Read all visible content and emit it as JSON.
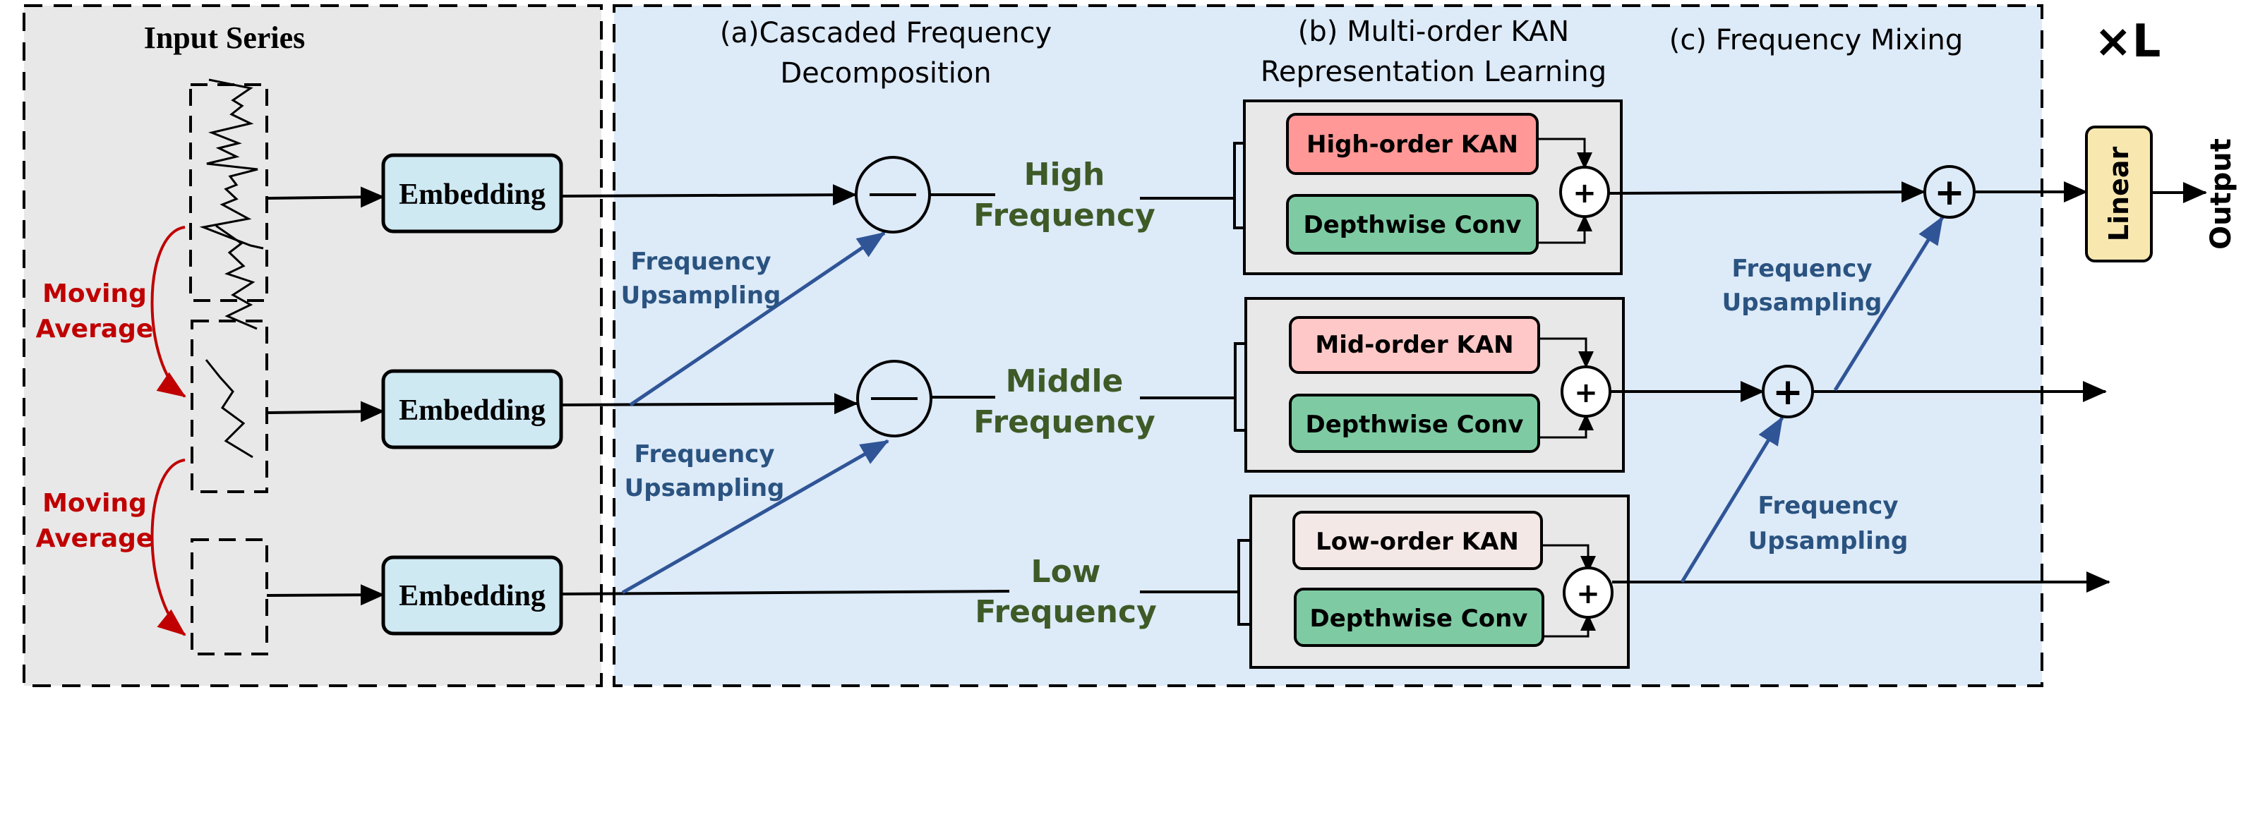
{
  "diagram": {
    "input_panel": {
      "title": "Input Series",
      "moving_average_labels": [
        {
          "line1": "Moving",
          "line2": "Average"
        },
        {
          "line1": "Moving",
          "line2": "Average"
        }
      ],
      "embedding_label": "Embedding",
      "embedding_count": 3
    },
    "sections": {
      "a": {
        "line1": "(a)Cascaded Frequency",
        "line2": "Decomposition"
      },
      "b": {
        "line1": "(b) Multi-order KAN",
        "line2": "Representation Learning"
      },
      "c": {
        "line1": "(c) Frequency Mixing"
      }
    },
    "frequency_bands": [
      {
        "line1": "High",
        "line2": "Frequency"
      },
      {
        "line1": "Middle",
        "line2": "Frequency"
      },
      {
        "line1": "Low",
        "line2": "Frequency"
      }
    ],
    "upsampling_label": {
      "line1": "Frequency",
      "line2": "Upsampling"
    },
    "kan_blocks": [
      {
        "kan": "High-order KAN",
        "conv": "Depthwise  Conv",
        "kan_color": "#ff9896"
      },
      {
        "kan": "Mid-order KAN",
        "conv": "Depthwise  Conv",
        "kan_color": "#ffc8c8"
      },
      {
        "kan": "Low-order KAN",
        "conv": "Depthwise  Conv",
        "kan_color": "#f4e8e6"
      }
    ],
    "operators": {
      "subtract": "−",
      "add": "+"
    },
    "repeat_label": "×L",
    "linear_label": "Linear",
    "output_label": "Output",
    "colors": {
      "input_panel_bg": "#e8e8e8",
      "main_panel_bg": "#ddeaf8",
      "embedding_fill": "#cfe9f3",
      "conv_fill": "#7ecba3",
      "linear_fill": "#f8e8b0",
      "upsampling_arrow": "#2f5597",
      "moving_avg_arrow": "#c00000",
      "band_text": "#3e5a27"
    }
  }
}
